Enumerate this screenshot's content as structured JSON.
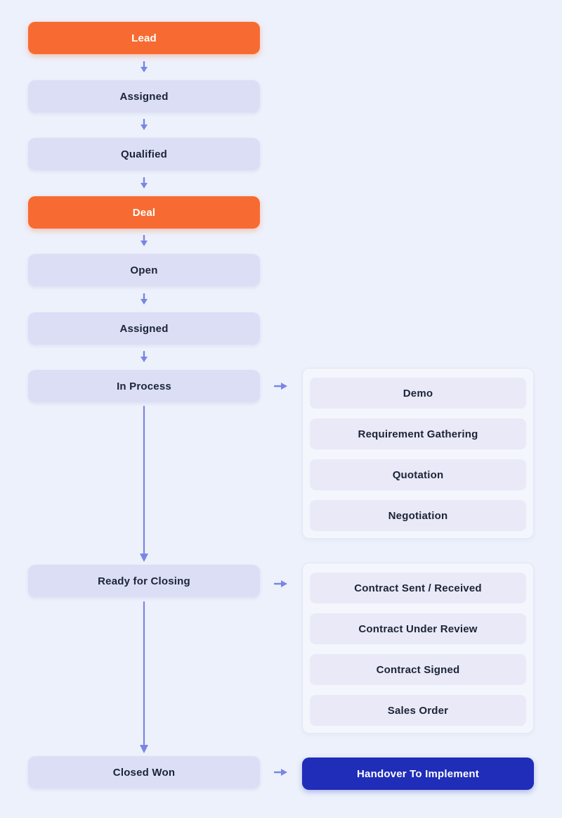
{
  "colors": {
    "background": "#edf1fb",
    "stage_default_bg": "#dcdef6",
    "stage_highlight_bg": "#f76b32",
    "arrow": "#7b85e5",
    "panel_bg": "#f4f6fd",
    "panel_border": "#e3e6f5",
    "panel_item_bg": "#e9e9f7",
    "handover_bg": "#1f2db8",
    "text_dark": "#1b2437",
    "text_light": "#ffffff"
  },
  "flow": {
    "stages": [
      {
        "label": "Lead",
        "variant": "highlight"
      },
      {
        "label": "Assigned",
        "variant": "default"
      },
      {
        "label": "Qualified",
        "variant": "default"
      },
      {
        "label": "Deal",
        "variant": "highlight"
      },
      {
        "label": "Open",
        "variant": "default"
      },
      {
        "label": "Assigned",
        "variant": "default"
      },
      {
        "label": "In Process",
        "variant": "default"
      },
      {
        "label": "Ready for Closing",
        "variant": "default"
      },
      {
        "label": "Closed Won",
        "variant": "default"
      }
    ],
    "in_process_panel": {
      "items": [
        {
          "label": "Demo"
        },
        {
          "label": "Requirement Gathering"
        },
        {
          "label": "Quotation"
        },
        {
          "label": "Negotiation"
        }
      ]
    },
    "closing_panel": {
      "items": [
        {
          "label": "Contract Sent / Received"
        },
        {
          "label": "Contract Under Review"
        },
        {
          "label": "Contract Signed"
        },
        {
          "label": "Sales Order"
        }
      ]
    },
    "handover": {
      "label": "Handover To Implement"
    }
  }
}
